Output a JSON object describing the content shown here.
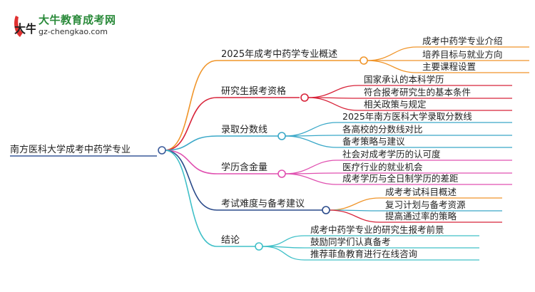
{
  "logo": {
    "title": "大牛教育成考网",
    "url": "gz-chengkao.com",
    "glyph": "大牛"
  },
  "root": {
    "label": "南方医科大学成考中药学专业"
  },
  "branches": [
    {
      "label": "2025年成考中药学专业概述",
      "color": "#f0952a",
      "children": [
        "成考中药学专业介绍",
        "培养目标与就业方向",
        "主要课程设置"
      ]
    },
    {
      "label": "研究生报考资格",
      "color": "#d8243a",
      "children": [
        "国家承认的本科学历",
        "符合报考研究生的基本条件",
        "相关政策与规定"
      ]
    },
    {
      "label": "录取分数线",
      "color": "#3aa8c8",
      "children": [
        "2025年南方医科大学录取分数线",
        "各高校的分数线对比",
        "备考策略与建议"
      ]
    },
    {
      "label": "学历含金量",
      "color": "#e050b0",
      "children": [
        "社会对成考学历的认可度",
        "医疗行业的就业机会",
        "成考学历与全日制学历的差距"
      ]
    },
    {
      "label": "考试难度与备考建议",
      "color": "#2a4a8a",
      "children": [
        "成考考试科目概述",
        "复习计划与备考资源",
        "提高通过率的策略"
      ],
      "child_colors": [
        "#f0952a",
        "#3aa8c8",
        "#d8243a"
      ]
    },
    {
      "label": "结论",
      "color": "#40c0c8",
      "children": [
        "成考中药学专业的研究生报考前景",
        "鼓励同学们认真备考",
        "推荐菲鱼教育进行在线咨询"
      ]
    }
  ]
}
